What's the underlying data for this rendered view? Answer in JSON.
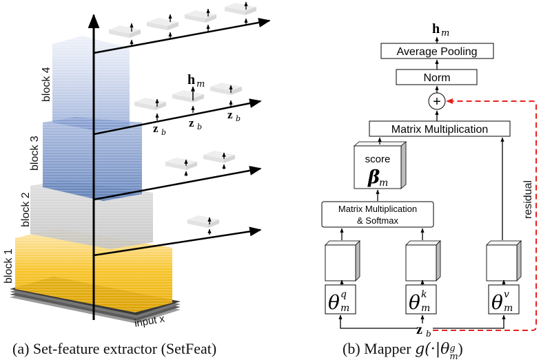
{
  "figure_a": {
    "caption": "(a) Set-feature extractor (SetFeat)",
    "blocks": [
      {
        "label": "block 1",
        "color": "#f7bd10"
      },
      {
        "label": "block 2",
        "color": "#c8c8c8"
      },
      {
        "label": "block 3",
        "color": "#4a6fb0"
      },
      {
        "label": "block 4",
        "color": "#7f96cc"
      }
    ],
    "input_label": "input x",
    "output_label": "h",
    "output_subscript": "m",
    "token_label": "z",
    "token_subscript": "b",
    "branch_token_counts": [
      1,
      2,
      3,
      4
    ]
  },
  "figure_b": {
    "caption_prefix": "(b) Mapper ",
    "caption_math": "g(·|θ",
    "caption_sup": "g",
    "caption_sub": "m",
    "caption_close": ")",
    "output_label": "h",
    "output_subscript": "m",
    "average_pooling": "Average Pooling",
    "norm": "Norm",
    "add_symbol": "+",
    "matmul_top": "Matrix Multiplication",
    "score_label": "score",
    "score_symbol": "β",
    "score_subscript": "m",
    "matmul_softmax_line1": "Matrix Multiplication",
    "matmul_softmax_line2": "& Softmax",
    "theta_q": {
      "base": "θ",
      "sup": "q",
      "sub": "m"
    },
    "theta_k": {
      "base": "θ",
      "sup": "k",
      "sub": "m"
    },
    "theta_v": {
      "base": "θ",
      "sup": "v",
      "sub": "m"
    },
    "input_label": "z",
    "input_subscript": "b",
    "residual_label": "residual",
    "residual_color": "#e8201e"
  }
}
